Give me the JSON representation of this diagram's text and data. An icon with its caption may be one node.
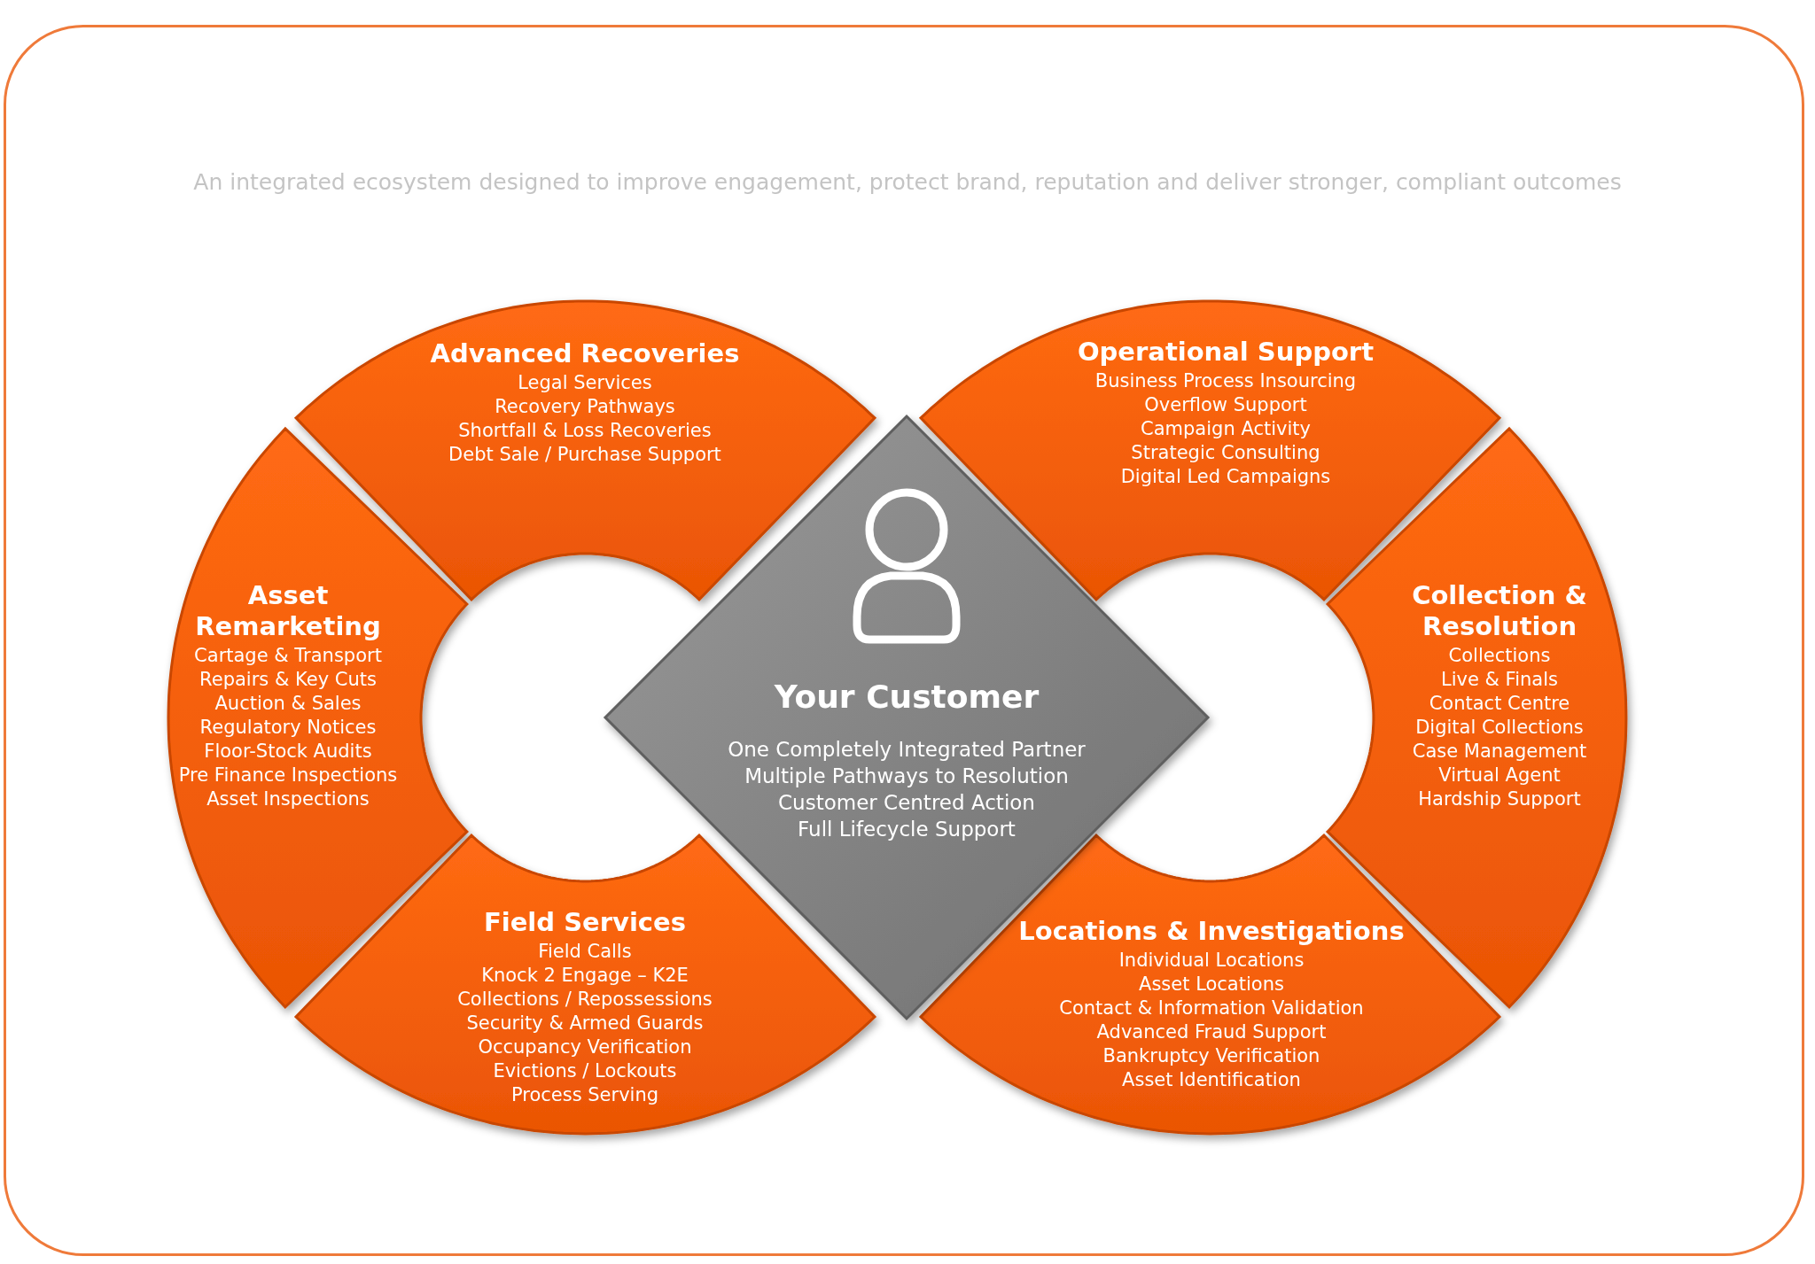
{
  "diagram": {
    "nodes": [
      {
        "text": [
          "Advanced Recoveries",
          "Legal Services",
          "Recovery Pathways",
          "Shortfall & Loss Recoveries",
          "Debt Sale / Purchase Support"
        ]
      },
      {
        "text": [
          "Asset Remarketing",
          "Cartage & Transport",
          "Repairs & Key Cuts",
          "Auction & Sales",
          "Regulatory Notices",
          "Floor-Stock Audits",
          "Pre Finance Inspections",
          "Asset Inspections"
        ]
      },
      {
        "text": [
          "Field Services",
          "Field Calls",
          "Knock 2 Engage – K2E",
          "Collections / Repossessions",
          "Security & Armed Guards",
          "Occupancy Verification",
          "Evictions / Lockouts",
          "Process Serving"
        ]
      },
      {
        "text": [
          "Operational Support",
          "Business Process Insourcing",
          "Overflow Support",
          "Campaign Activity",
          "Strategic Consulting",
          "Digital Led Campaigns"
        ]
      },
      {
        "text": [
          "Collection & Resolution",
          "Collections",
          "Live & Finals",
          "Contact Centre",
          "Digital Collections",
          "Case Management",
          "Virtual Agent",
          "Hardship Support"
        ]
      },
      {
        "text": [
          "Locations & Investigations",
          "Individual Locations",
          "Asset Locations",
          "Contact & Information Validation",
          "Advanced Fraud Support",
          "Bankruptcy Verification",
          "Asset Identification"
        ]
      },
      {
        "text": [
          "Your Customer",
          "One Completely Integrated Partner",
          "Multiple Pathways to Resolution",
          "Customer Centred Action",
          "Full Lifecycle Support"
        ]
      }
    ],
    "labels": [
      "An integrated ecosystem designed to improve engagement, protect brand, reputation and deliver stronger, compliant outcomes"
    ]
  }
}
